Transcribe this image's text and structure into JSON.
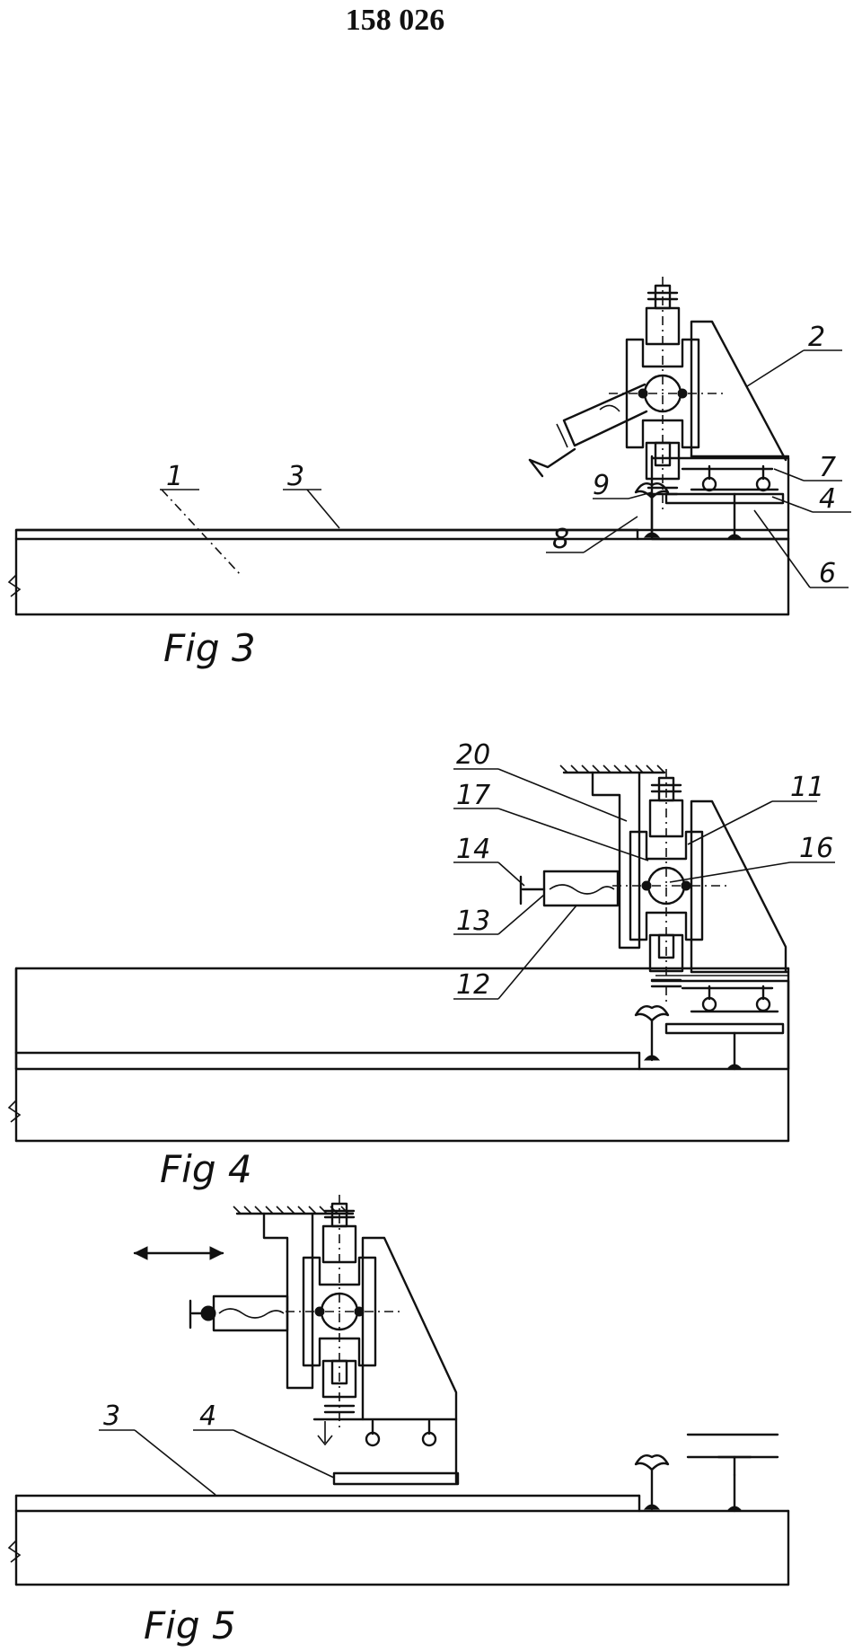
{
  "document": {
    "number": "158 026"
  },
  "figures": [
    {
      "id": "fig3",
      "caption": "Fig 3",
      "labels": [
        "1",
        "3",
        "2",
        "7",
        "9",
        "8",
        "4",
        "6"
      ]
    },
    {
      "id": "fig4",
      "caption": "Fig 4",
      "labels": [
        "20",
        "11",
        "17",
        "16",
        "14",
        "13",
        "12"
      ]
    },
    {
      "id": "fig5",
      "caption": "Fig 5",
      "labels": [
        "3",
        "4"
      ]
    }
  ]
}
